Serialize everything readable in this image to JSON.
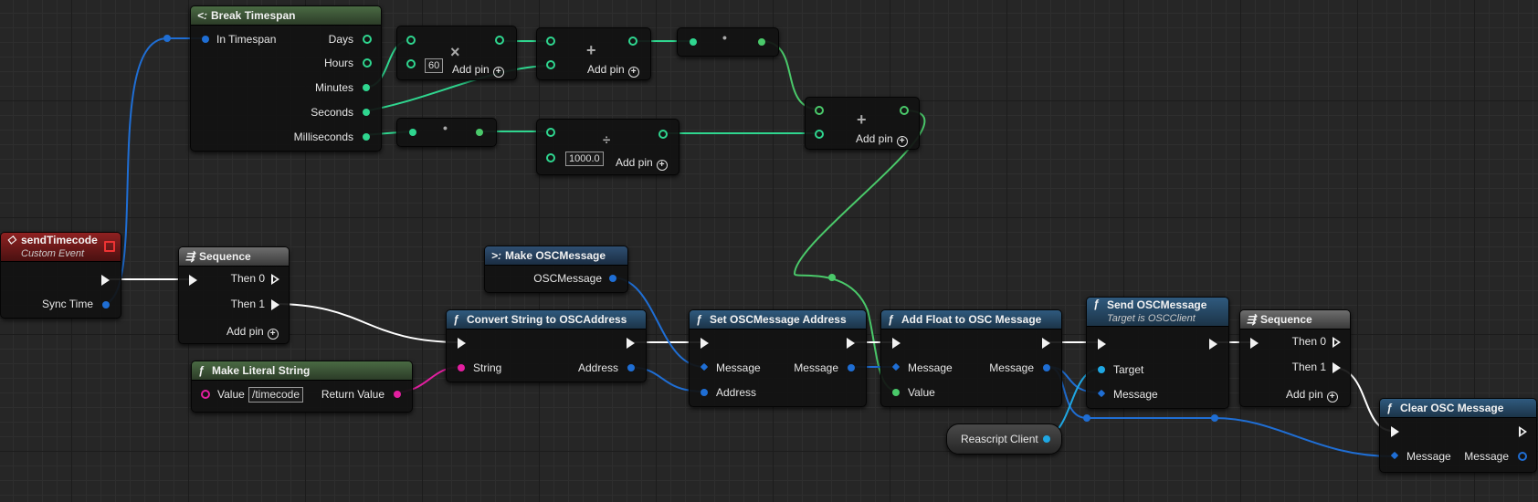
{
  "colors": {
    "float": "#2fd68f",
    "float_wire": "#4ac96a",
    "struct": "#1f6ed4",
    "string": "#e31fa0",
    "exec": "#ffffff",
    "obj": "#1fa7e3"
  },
  "nodes": {
    "break_timespan": {
      "title": "Break Timespan",
      "in_timespan": "In Timespan",
      "days": "Days",
      "hours": "Hours",
      "minutes": "Minutes",
      "seconds": "Seconds",
      "milliseconds": "Milliseconds"
    },
    "multiply": {
      "symbol": "×",
      "literal": "60",
      "add_pin": "Add pin"
    },
    "add_1": {
      "symbol": "+",
      "add_pin": "Add pin"
    },
    "reroute_1": {
      "symbol": "•"
    },
    "reroute_2": {
      "symbol": "•"
    },
    "divide": {
      "symbol": "÷",
      "literal": "1000.0",
      "add_pin": "Add pin"
    },
    "add_2": {
      "symbol": "+",
      "add_pin": "Add pin"
    },
    "send_timecode": {
      "title": "sendTimecode",
      "subtitle": "Custom Event",
      "sync_time": "Sync Time"
    },
    "sequence_1": {
      "title": "Sequence",
      "then0": "Then 0",
      "then1": "Then 1",
      "add_pin": "Add pin"
    },
    "make_osc_message": {
      "title": "Make OSCMessage",
      "output": "OSCMessage"
    },
    "make_literal_string": {
      "title": "Make Literal String",
      "value_label": "Value",
      "value": "/timecode",
      "return_value": "Return Value"
    },
    "convert_string": {
      "title": "Convert String to OSCAddress",
      "string": "String",
      "address": "Address"
    },
    "set_address": {
      "title": "Set OSCMessage Address",
      "message_in": "Message",
      "message_out": "Message",
      "address": "Address"
    },
    "add_float": {
      "title": "Add Float to OSC Message",
      "message_in": "Message",
      "message_out": "Message",
      "value": "Value"
    },
    "reascript_client": {
      "label": "Reascript Client"
    },
    "send_osc": {
      "title": "Send OSCMessage",
      "subtitle": "Target is OSCClient",
      "target": "Target",
      "message": "Message"
    },
    "sequence_2": {
      "title": "Sequence",
      "then0": "Then 0",
      "then1": "Then 1",
      "add_pin": "Add pin"
    },
    "clear_osc": {
      "title": "Clear OSC Message",
      "message_in": "Message",
      "message_out": "Message"
    }
  }
}
